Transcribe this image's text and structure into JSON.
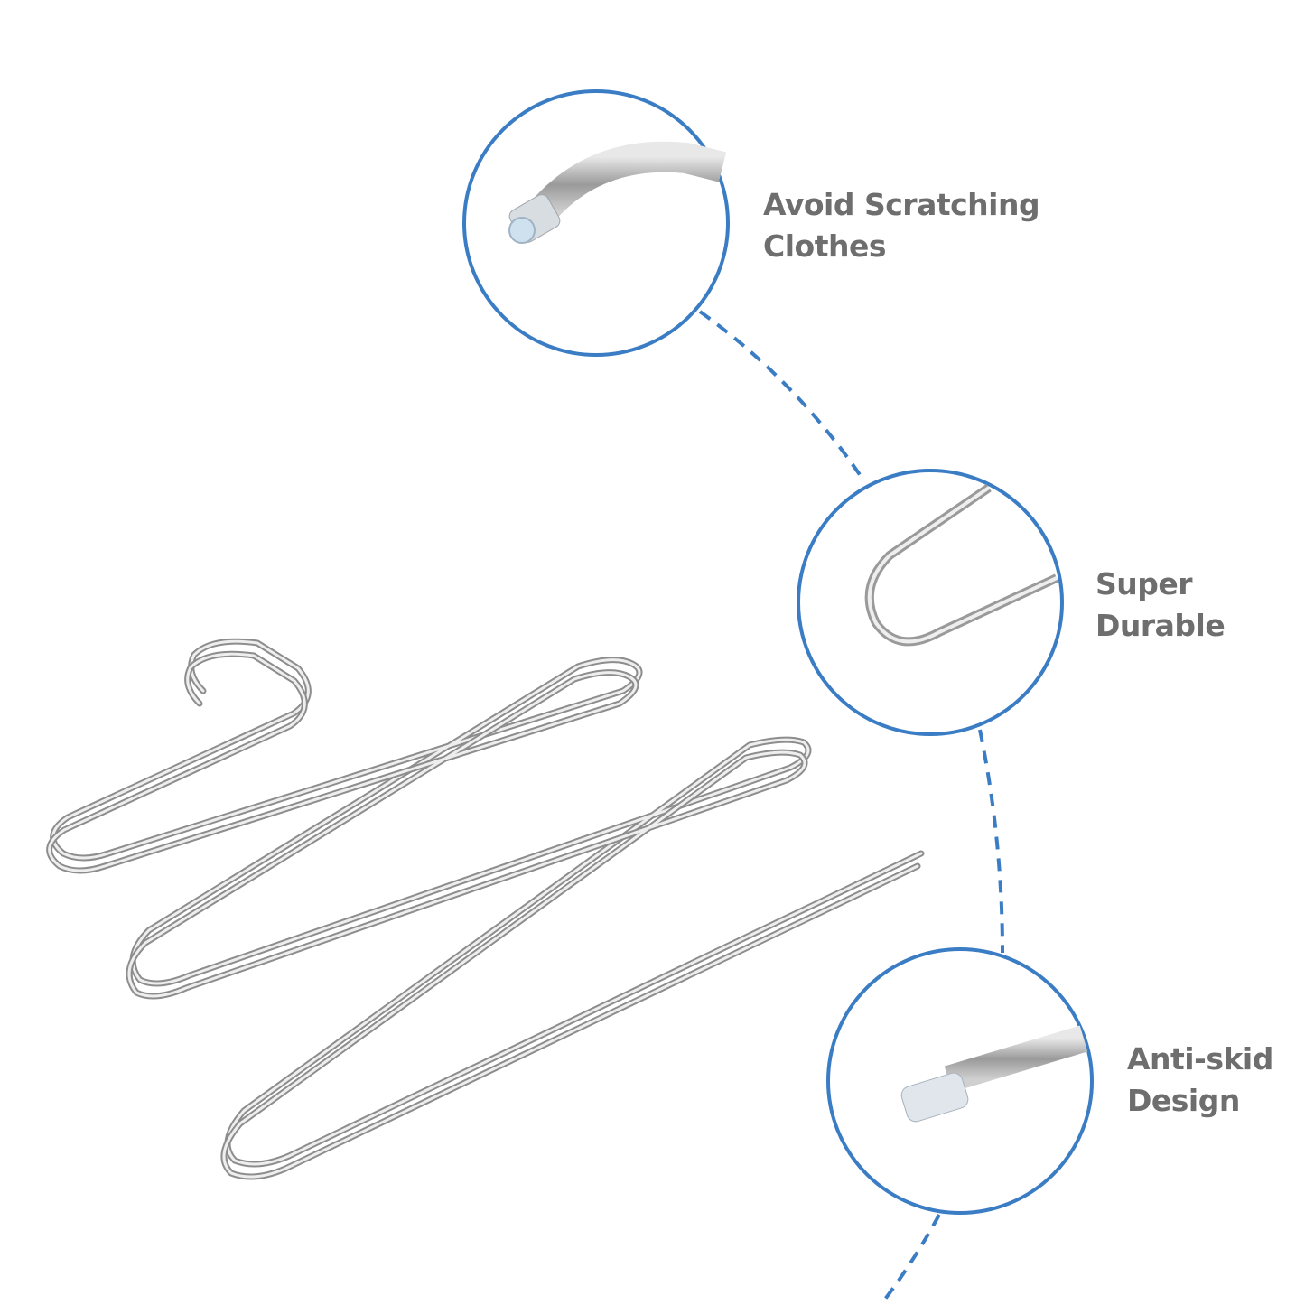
{
  "colors": {
    "accent": "#3b7dc4",
    "text": "#6e6e6e",
    "metal": "#a8a8a8"
  },
  "features": [
    {
      "line1": "Avoid Scratching",
      "line2": "Clothes",
      "icon": "rubber-tip-closeup"
    },
    {
      "line1": "Super",
      "line2": "Durable",
      "icon": "u-bend-closeup"
    },
    {
      "line1": "Anti-skid",
      "line2": "Design",
      "icon": "capped-rod-closeup"
    }
  ]
}
